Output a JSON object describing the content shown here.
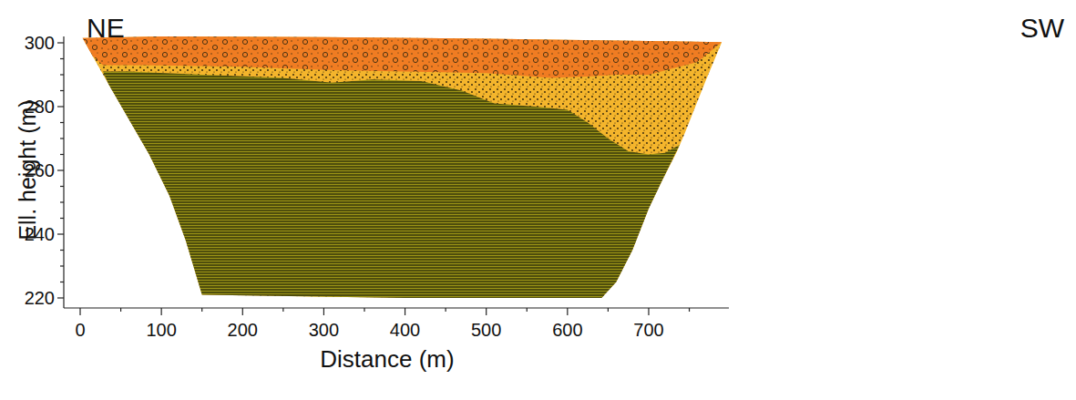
{
  "diagram": {
    "labels": [
      "NE",
      "SW",
      "Ell. height (m)",
      "300",
      "280",
      "260",
      "240",
      "220",
      "0",
      "100",
      "200",
      "300",
      "400",
      "500",
      "600",
      "700",
      "Distance (m)"
    ]
  }
}
